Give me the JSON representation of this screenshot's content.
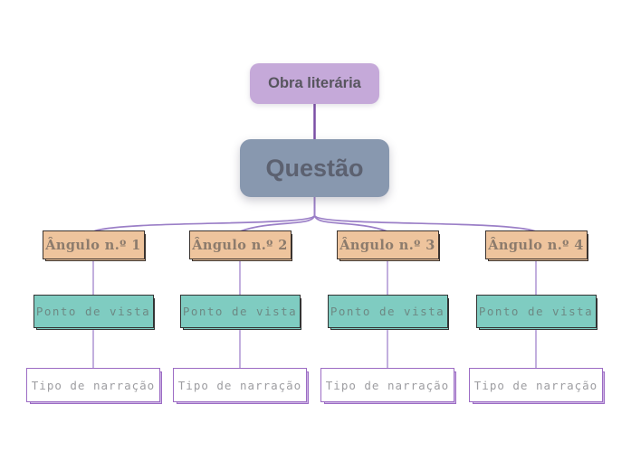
{
  "diagram": {
    "root": {
      "label": "Obra literária"
    },
    "question": {
      "label": "Questão"
    },
    "branches": [
      {
        "angle": "Ângulo n.º 1",
        "point_of_view": "Ponto de vista",
        "narration": "Tipo de narração"
      },
      {
        "angle": "Ângulo n.º 2",
        "point_of_view": "Ponto de vista",
        "narration": "Tipo de narração"
      },
      {
        "angle": "Ângulo n.º 3",
        "point_of_view": "Ponto de vista",
        "narration": "Tipo de narração"
      },
      {
        "angle": "Ângulo n.º 4",
        "point_of_view": "Ponto de vista",
        "narration": "Tipo de narração"
      }
    ]
  },
  "colors": {
    "root_fill": "#c5a9d9",
    "question_fill": "#8898af",
    "angle_fill": "#eec49d",
    "point_fill": "#7fccc1",
    "narration_fill": "#ffffff",
    "narration_border": "#9c6cc4",
    "dark_box_border": "#3a332f",
    "connector_root": "#7b4fa6",
    "connector_fan": "#9b7fc7",
    "connector_column": "#b7a1d9",
    "heading_text": "#57555e",
    "question_text": "#5c6170",
    "angle_text": "#8c7b6c",
    "point_text": "#6d8984",
    "narration_text": "#9d9da1"
  }
}
